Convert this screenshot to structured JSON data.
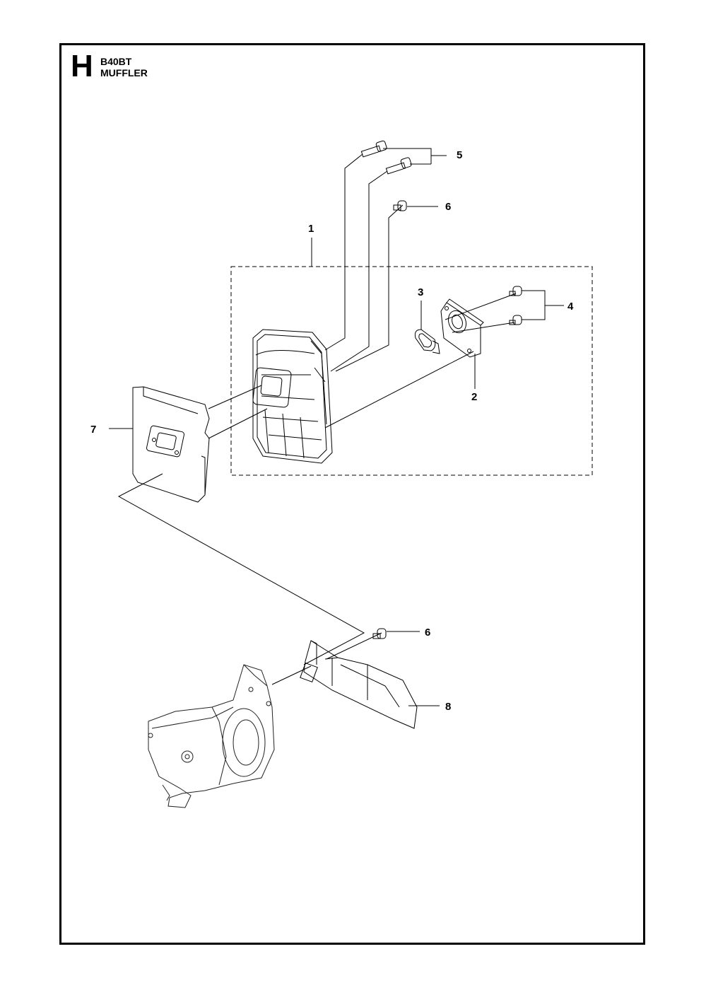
{
  "header": {
    "section_letter": "H",
    "model": "B40BT",
    "title": "MUFFLER"
  },
  "callouts": [
    {
      "id": "c1",
      "label": "1"
    },
    {
      "id": "c2",
      "label": "2"
    },
    {
      "id": "c3",
      "label": "3"
    },
    {
      "id": "c4",
      "label": "4"
    },
    {
      "id": "c5",
      "label": "5"
    },
    {
      "id": "c6a",
      "label": "6"
    },
    {
      "id": "c6b",
      "label": "6"
    },
    {
      "id": "c7",
      "label": "7"
    },
    {
      "id": "c8",
      "label": "8"
    }
  ]
}
